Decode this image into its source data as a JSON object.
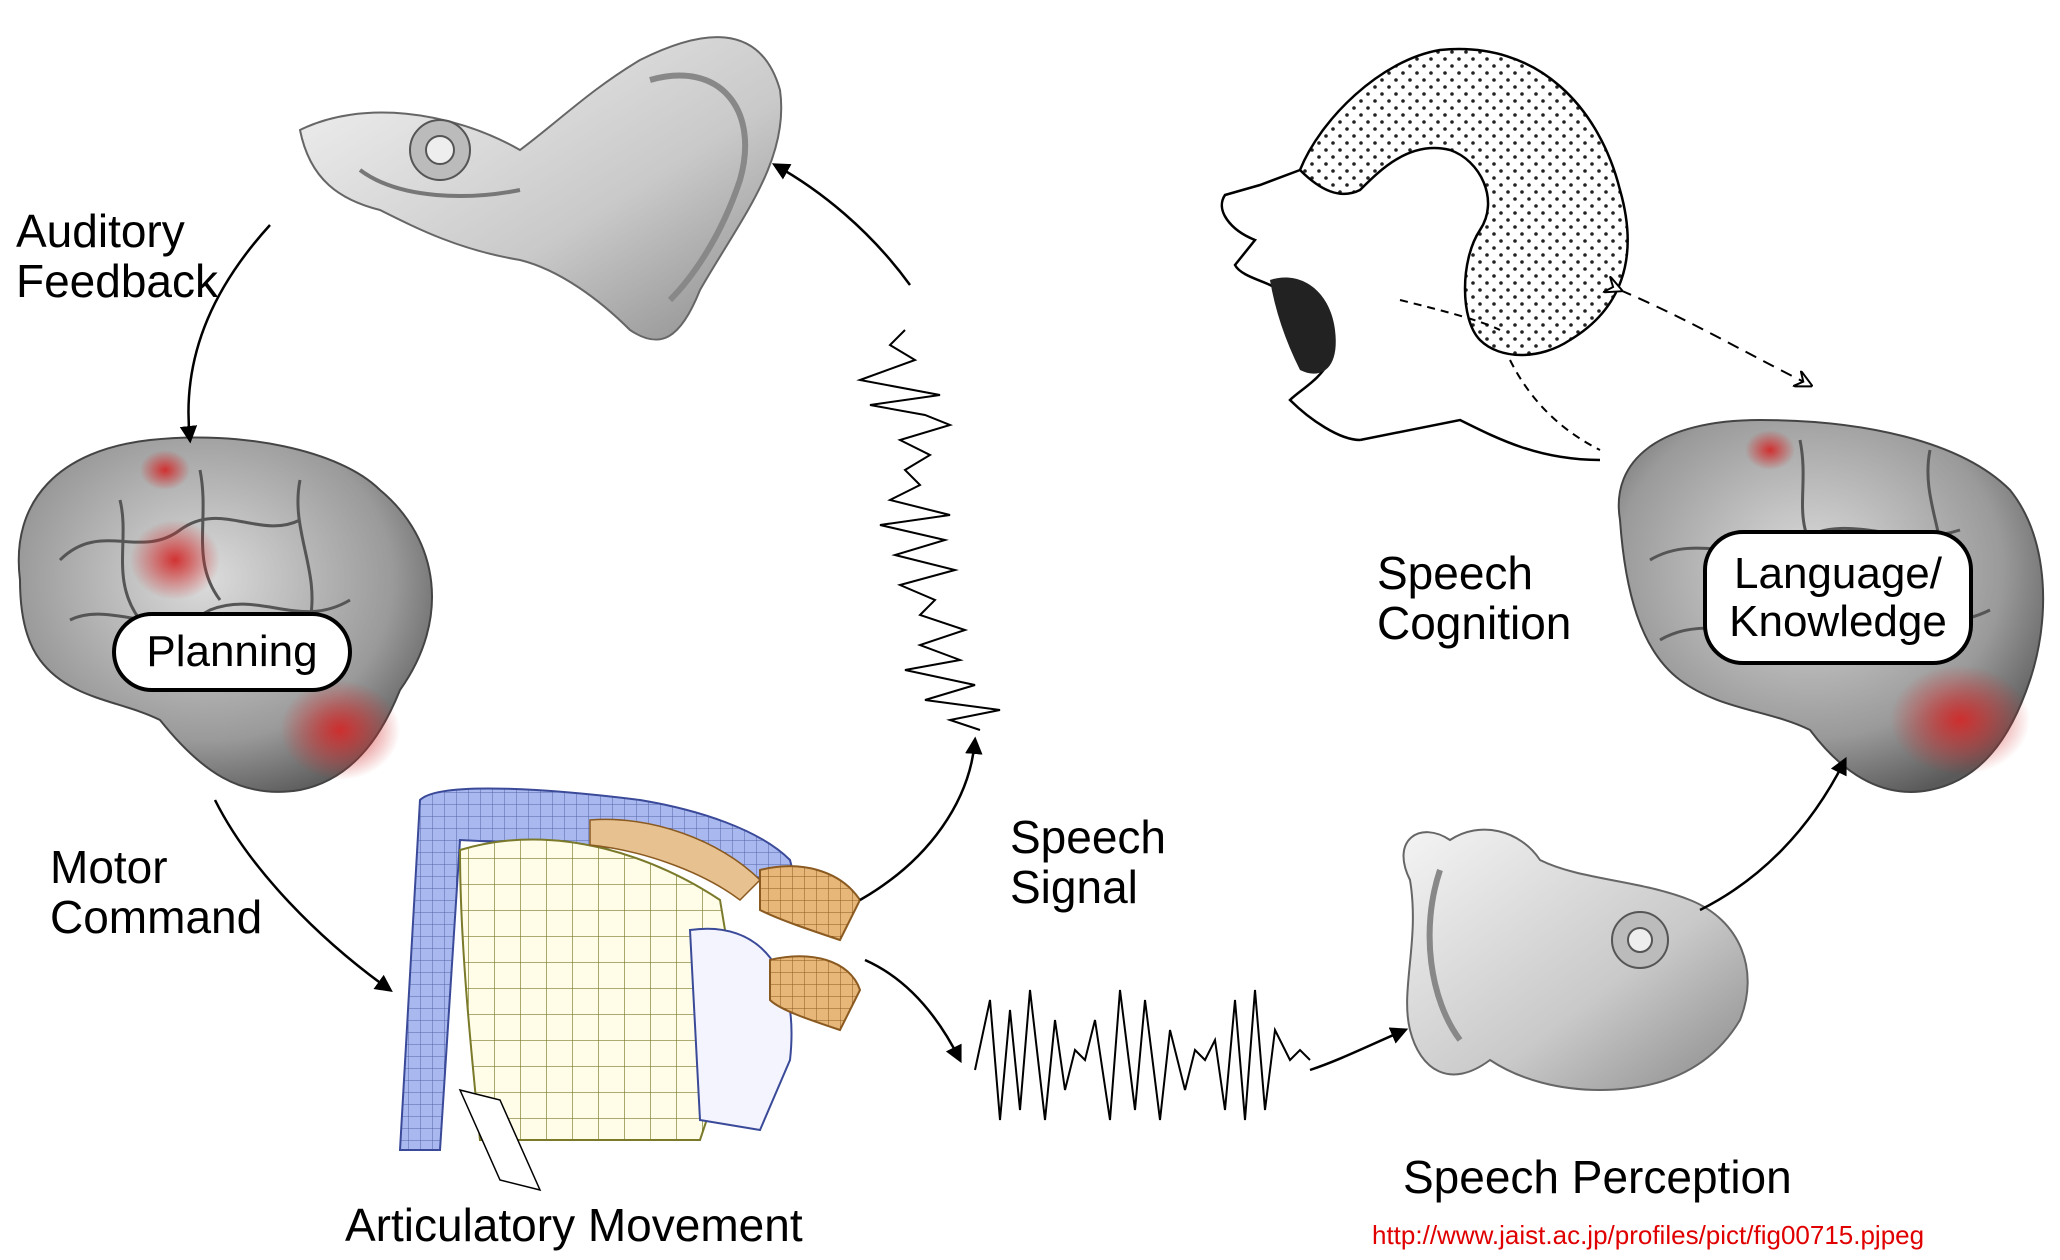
{
  "labels": {
    "auditory_feedback_line1": "Auditory",
    "auditory_feedback_line2": "Feedback",
    "planning": "Planning",
    "motor_command_line1": "Motor",
    "motor_command_line2": "Command",
    "articulatory_movement": "Articulatory Movement",
    "speech_signal_line1": "Speech",
    "speech_signal_line2": "Signal",
    "speech_cognition_line1": "Speech",
    "speech_cognition_line2": "Cognition",
    "language_knowledge_line1": "Language/",
    "language_knowledge_line2": "Knowledge",
    "speech_perception": "Speech Perception"
  },
  "source_url": "http://www.jaist.ac.jp/profiles/pict/fig00715.pjpeg",
  "colors": {
    "text": "#000000",
    "url": "#e00000",
    "brain": "#8f8f8f",
    "brain_highlight": "#d23a3a",
    "ear": "#cfcfcf",
    "tract_blue": "#a9b8ee",
    "tract_orange": "#e7b679",
    "mesh": "#7a7a2a",
    "dots": "#222222"
  },
  "icons": [
    "ear-icon",
    "brain-icon",
    "vocal-tract-model-icon",
    "head-profile-icon",
    "waveform-icon"
  ]
}
